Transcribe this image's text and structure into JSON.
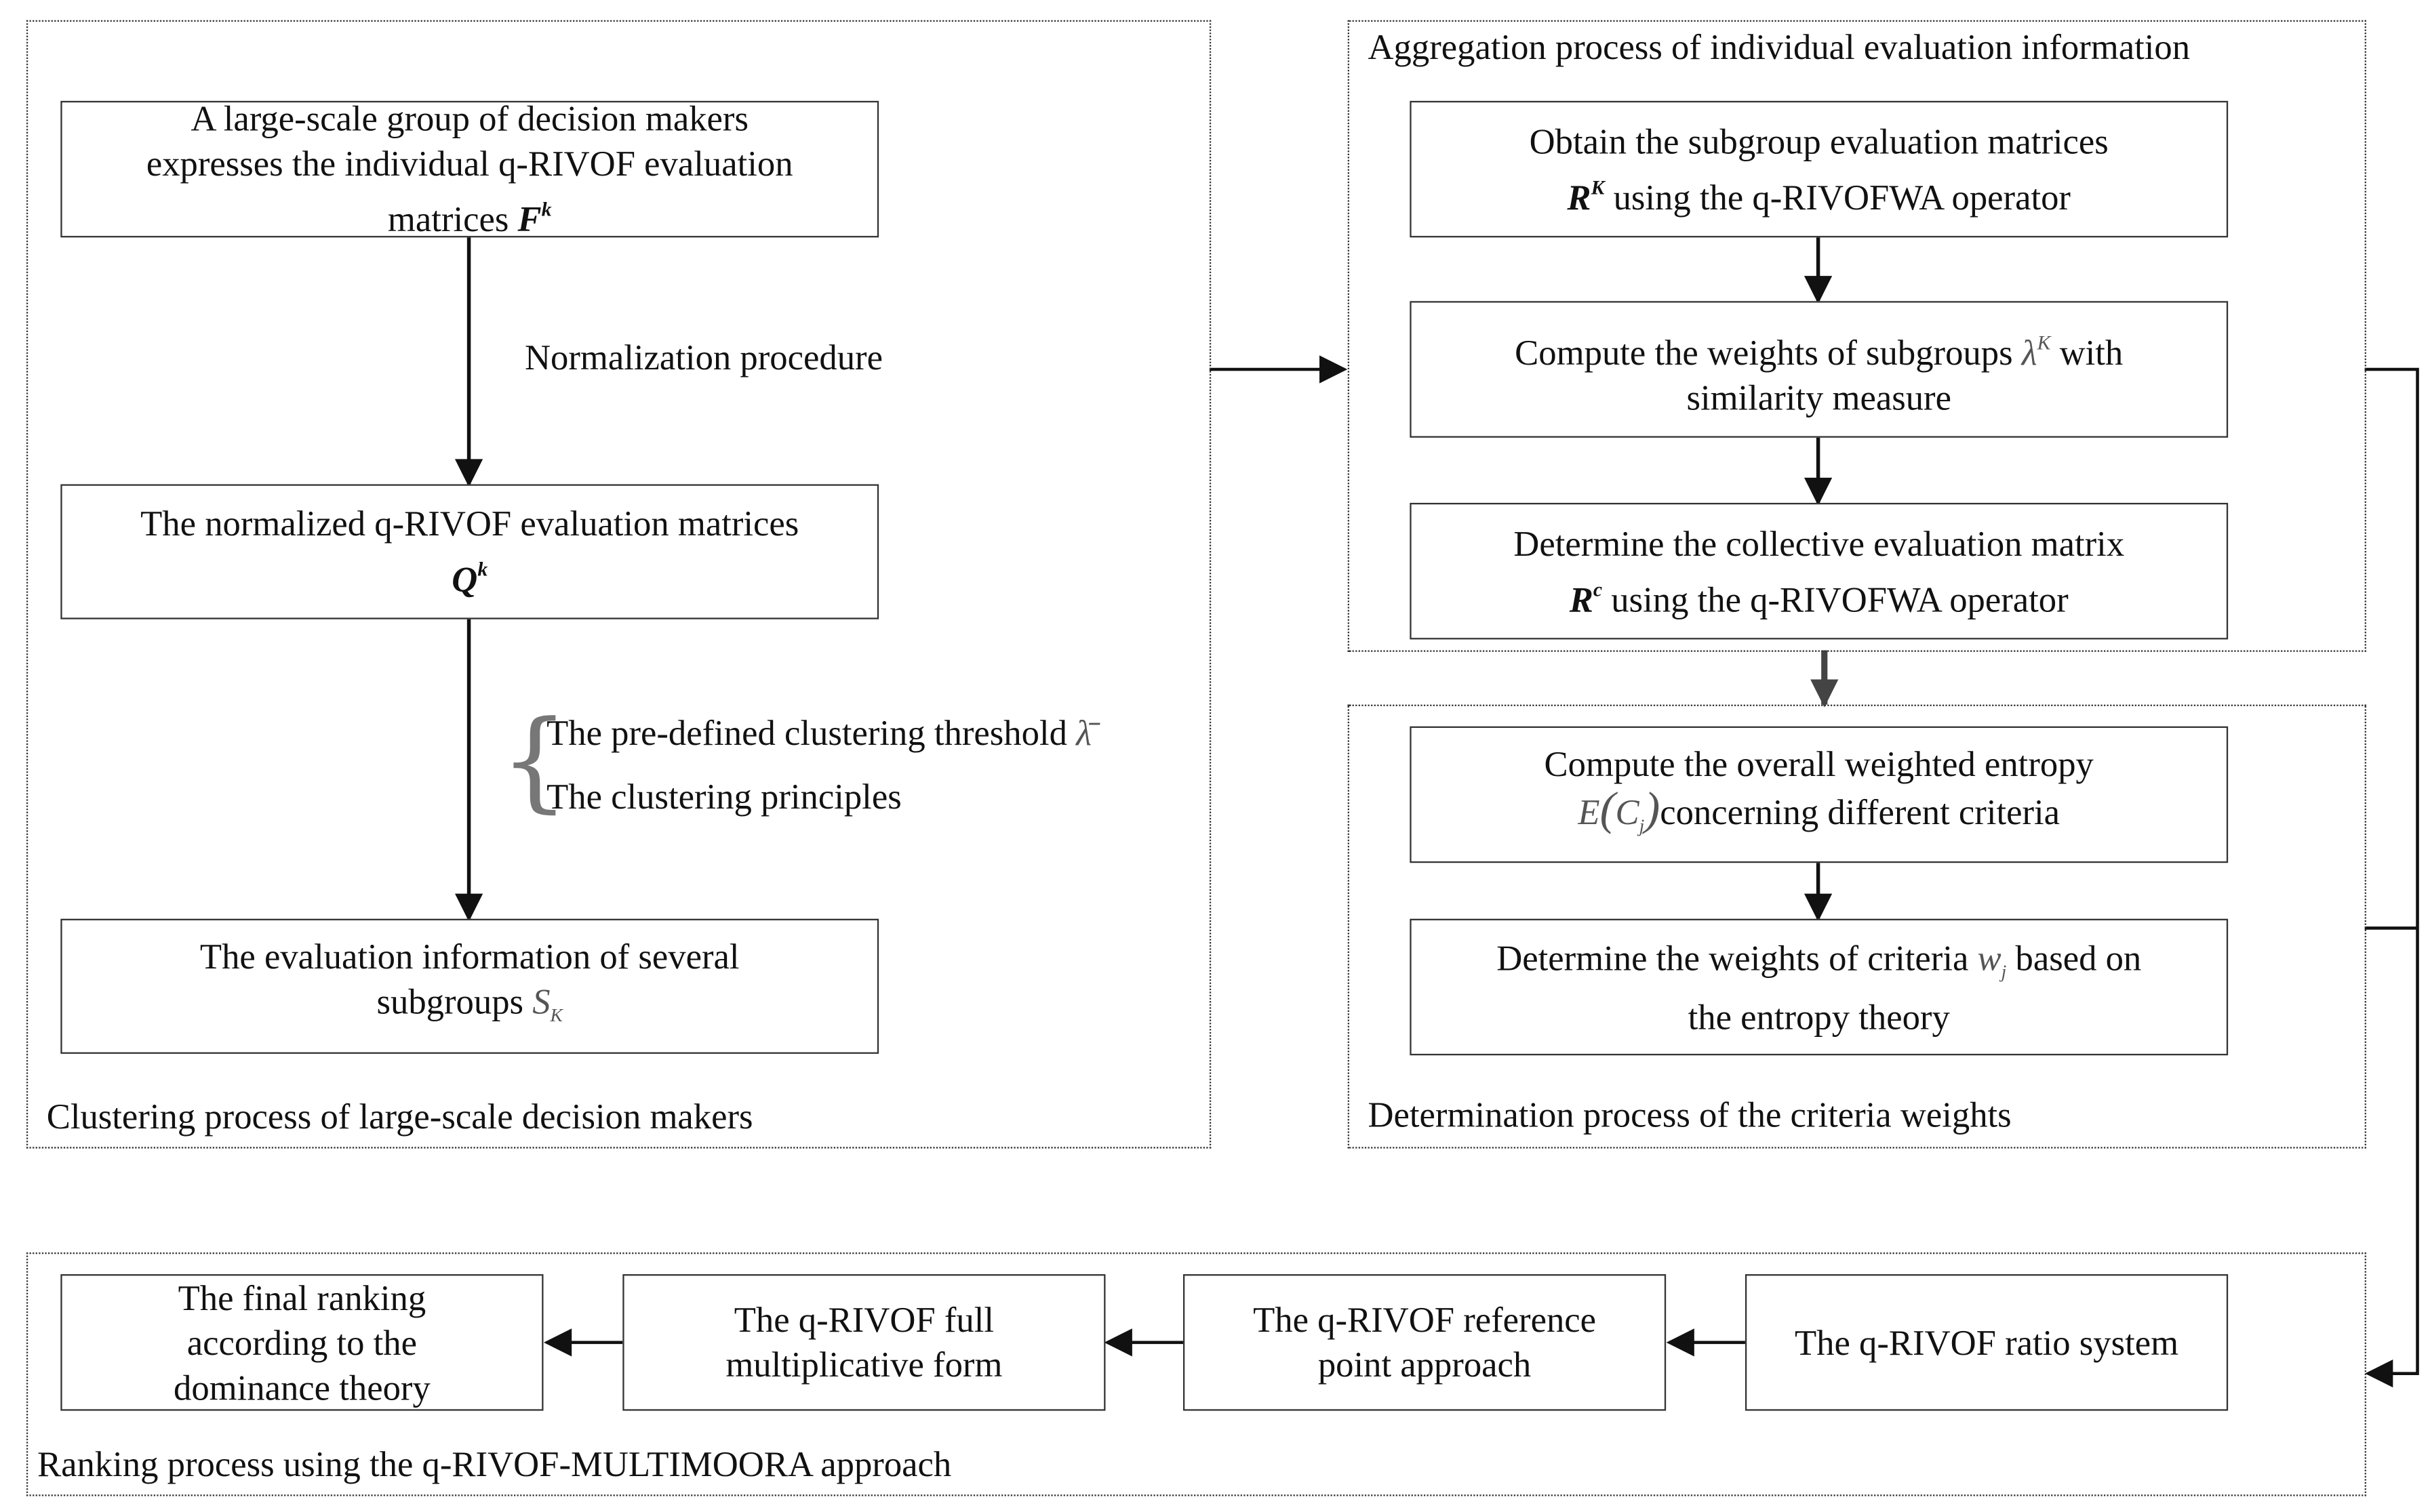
{
  "groups": {
    "clustering": {
      "caption": "Clustering process of large-scale decision makers"
    },
    "aggregation": {
      "caption": "Aggregation process of individual evaluation information"
    },
    "weights": {
      "caption": "Determination process of the criteria weights"
    },
    "ranking": {
      "caption": "Ranking process using the q-RIVOF-MULTIMOORA approach"
    }
  },
  "clustering": {
    "box1": {
      "line1": "A large-scale group of decision makers",
      "line2": "expresses the individual q-RIVOF evaluation",
      "line3": "matrices",
      "symbol": "F",
      "symbol_sup": "k"
    },
    "arrow1_label": "Normalization procedure",
    "box2": {
      "line1": "The normalized q-RIVOF evaluation matrices",
      "symbol": "Q",
      "symbol_sup": "k"
    },
    "brace_items": {
      "item1": "The pre-defined clustering threshold",
      "item1_symbol": "λ̄",
      "item2": "The clustering principles"
    },
    "box3": {
      "line1": "The evaluation information of several",
      "line2": "subgroups",
      "symbol": "S",
      "symbol_sub": "K"
    }
  },
  "aggregation": {
    "box1": {
      "line1": "Obtain the subgroup evaluation matrices",
      "symbol": "R",
      "symbol_sup": "K",
      "line2": "using the q-RIVOFWA operator"
    },
    "box2": {
      "line1": "Compute the weights of subgroups",
      "symbol": "λ",
      "symbol_sup": "K",
      "line1_tail": "with",
      "line2": "similarity measure"
    },
    "box3": {
      "line1": "Determine the collective evaluation matrix",
      "symbol": "R",
      "symbol_sup": "c",
      "line2": "using the q-RIVOFWA operator"
    }
  },
  "weights": {
    "box1": {
      "line1": "Compute the overall weighted entropy",
      "symbol_e": "E",
      "symbol_c": "C",
      "symbol_sub": "j",
      "line2": "concerning different criteria"
    },
    "box2": {
      "line1": "Determine the weights of criteria",
      "symbol": "w",
      "symbol_sub": "j",
      "line1_tail": "based on",
      "line2": "the entropy theory"
    }
  },
  "ranking": {
    "box_ratio": {
      "line1": "The q-RIVOF ratio system"
    },
    "box_reference": {
      "line1": "The q-RIVOF reference",
      "line2": "point approach"
    },
    "box_multiplicative": {
      "line1": "The q-RIVOF full",
      "line2": "multiplicative form"
    },
    "box_final": {
      "line1": "The final ranking",
      "line2": "according to the",
      "line3": "dominance theory"
    }
  },
  "colors": {
    "stroke": "#333333",
    "arrow": "#111111",
    "brace": "#777777",
    "symbol_gray": "#555555"
  }
}
